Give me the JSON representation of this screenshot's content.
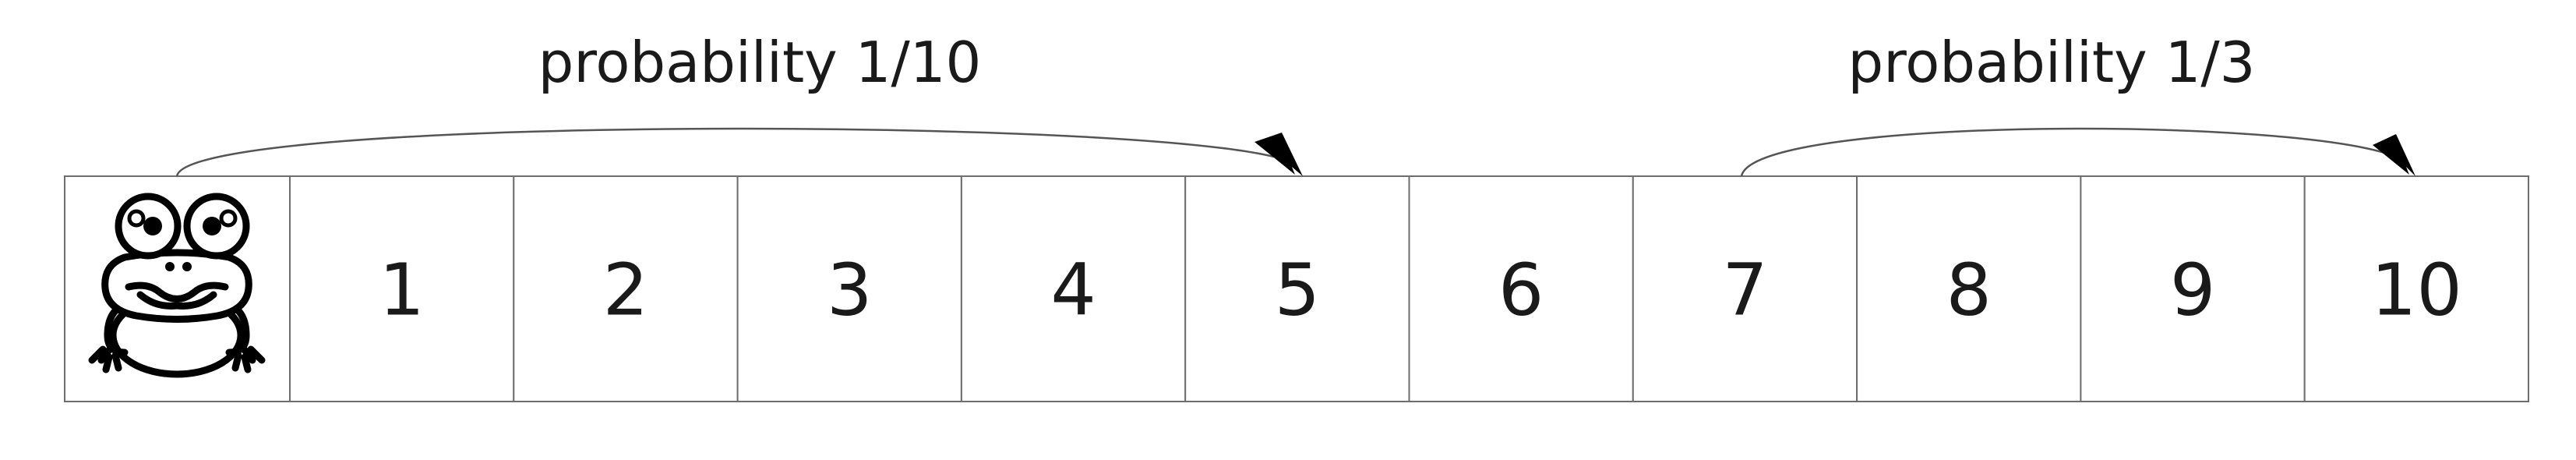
{
  "diagram": {
    "cells": [
      "1",
      "2",
      "3",
      "4",
      "5",
      "6",
      "7",
      "8",
      "9",
      "10"
    ],
    "start_icon": "frog-icon",
    "jumps": [
      {
        "label": "probability 1/10",
        "from": "frog",
        "to": "5"
      },
      {
        "label": "probability 1/3",
        "from": "7",
        "to": "10"
      }
    ]
  }
}
